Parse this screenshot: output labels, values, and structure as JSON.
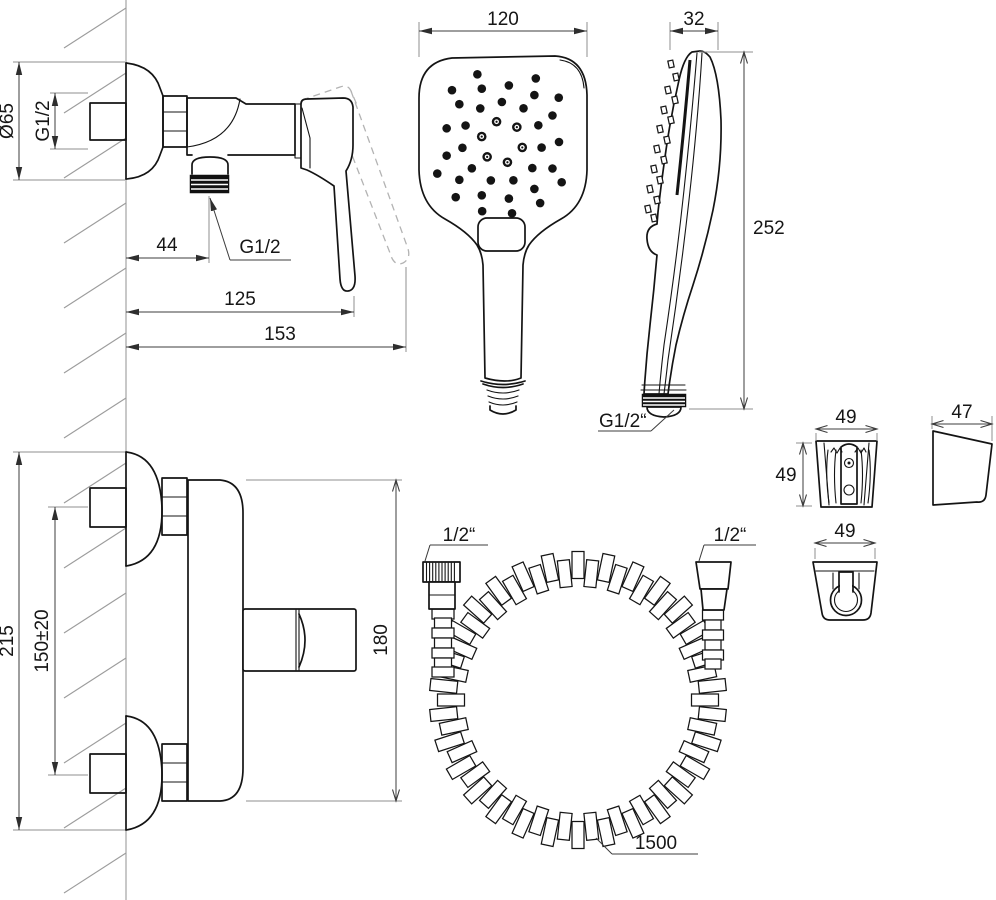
{
  "views": {
    "mixer_side": {
      "diameter": "Ø65",
      "inlet_thread": "G1/2",
      "outlet_offset": "44",
      "outlet_thread": "G1/2",
      "length_to_handle": "125",
      "overall_length": "153"
    },
    "handshower_front": {
      "width": "120"
    },
    "handshower_side": {
      "depth": "32",
      "height": "252",
      "connection_thread": "G1/2“"
    },
    "holder_rear": {
      "width": "49",
      "height": "49"
    },
    "holder_side": {
      "depth": "47"
    },
    "holder_front": {
      "width": "49"
    },
    "mixer_front": {
      "overall_height": "215",
      "inlet_spacing": "150±20",
      "body_height": "180"
    },
    "hose": {
      "left_connection": "1/2“",
      "right_connection": "1/2“",
      "length": "1500"
    }
  },
  "colors": {
    "object_line": "#141414",
    "dimension_line": "#3c3c3c",
    "wall_line": "#9c9c9c"
  }
}
